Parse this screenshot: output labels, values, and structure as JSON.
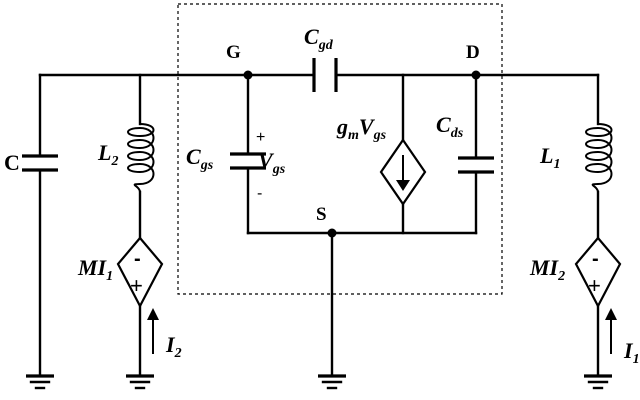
{
  "nodes": {
    "gate": "G",
    "drain": "D",
    "source": "S"
  },
  "capacitors": {
    "c": "C",
    "cgd": {
      "sym": "C",
      "sub": "gd"
    },
    "cgs": {
      "sym": "C",
      "sub": "gs"
    },
    "cds": {
      "sym": "C",
      "sub": "ds"
    }
  },
  "inductors": {
    "l2": {
      "sym": "L",
      "sub": "2"
    },
    "l1": {
      "sym": "L",
      "sub": "1"
    }
  },
  "vgs": {
    "sym": "V",
    "sub": "gs",
    "plus": "+",
    "minus": "-"
  },
  "transconductance": {
    "g": "g",
    "m": "m",
    "v": "V",
    "vsub": "gs"
  },
  "dependent_sources": {
    "left": {
      "sym": "MI",
      "sub": "1",
      "top": "-",
      "bottom": "+"
    },
    "right": {
      "sym": "MI",
      "sub": "2",
      "top": "-",
      "bottom": "+"
    }
  },
  "currents": {
    "i2": {
      "sym": "I",
      "sub": "2"
    },
    "i1": {
      "sym": "I",
      "sub": "1"
    }
  }
}
